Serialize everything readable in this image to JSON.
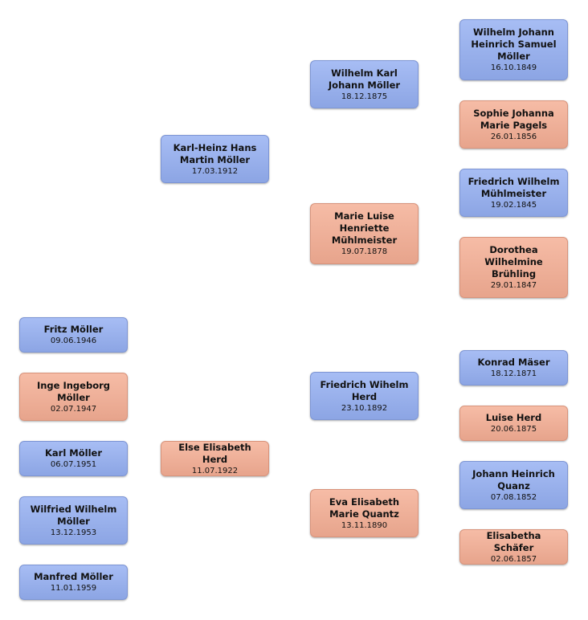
{
  "people": {
    "fritz": {
      "name": "Fritz Möller",
      "date": "09.06.1946"
    },
    "inge": {
      "name": "Inge Ingeborg Möller",
      "date": "02.07.1947"
    },
    "karl": {
      "name": "Karl Möller",
      "date": "06.07.1951"
    },
    "wilfried": {
      "name": "Wilfried Wilhelm Möller",
      "date": "13.12.1953"
    },
    "manfred": {
      "name": "Manfred Möller",
      "date": "11.01.1959"
    },
    "karlheinz": {
      "name": "Karl-Heinz Hans Martin Möller",
      "date": "17.03.1912"
    },
    "else": {
      "name": "Else Elisabeth Herd",
      "date": "11.07.1922"
    },
    "wilhelm_karl": {
      "name": "Wilhelm Karl Johann Möller",
      "date": "18.12.1875"
    },
    "marie_luise": {
      "name": "Marie Luise Henriette Mühlmeister",
      "date": "19.07.1878"
    },
    "friedrich_herd": {
      "name": "Friedrich Wihelm Herd",
      "date": "23.10.1892"
    },
    "eva": {
      "name": "Eva Elisabeth Marie Quantz",
      "date": "13.11.1890"
    },
    "wilhelm_johann": {
      "name": "Wilhelm Johann Heinrich Samuel Möller",
      "date": "16.10.1849"
    },
    "sophie": {
      "name": "Sophie Johanna Marie Pagels",
      "date": "26.01.1856"
    },
    "friedrich_muehl": {
      "name": "Friedrich Wilhelm Mühlmeister",
      "date": "19.02.1845"
    },
    "dorothea": {
      "name": "Dorothea Wilhelmine Brühling",
      "date": "29.01.1847"
    },
    "konrad": {
      "name": "Konrad Mäser",
      "date": "18.12.1871"
    },
    "luise": {
      "name": "Luise Herd",
      "date": "20.06.1875"
    },
    "johann_quanz": {
      "name": "Johann Heinrich Quanz",
      "date": "07.08.1852"
    },
    "elisabetha": {
      "name": "Elisabetha Schäfer",
      "date": "02.06.1857"
    }
  }
}
